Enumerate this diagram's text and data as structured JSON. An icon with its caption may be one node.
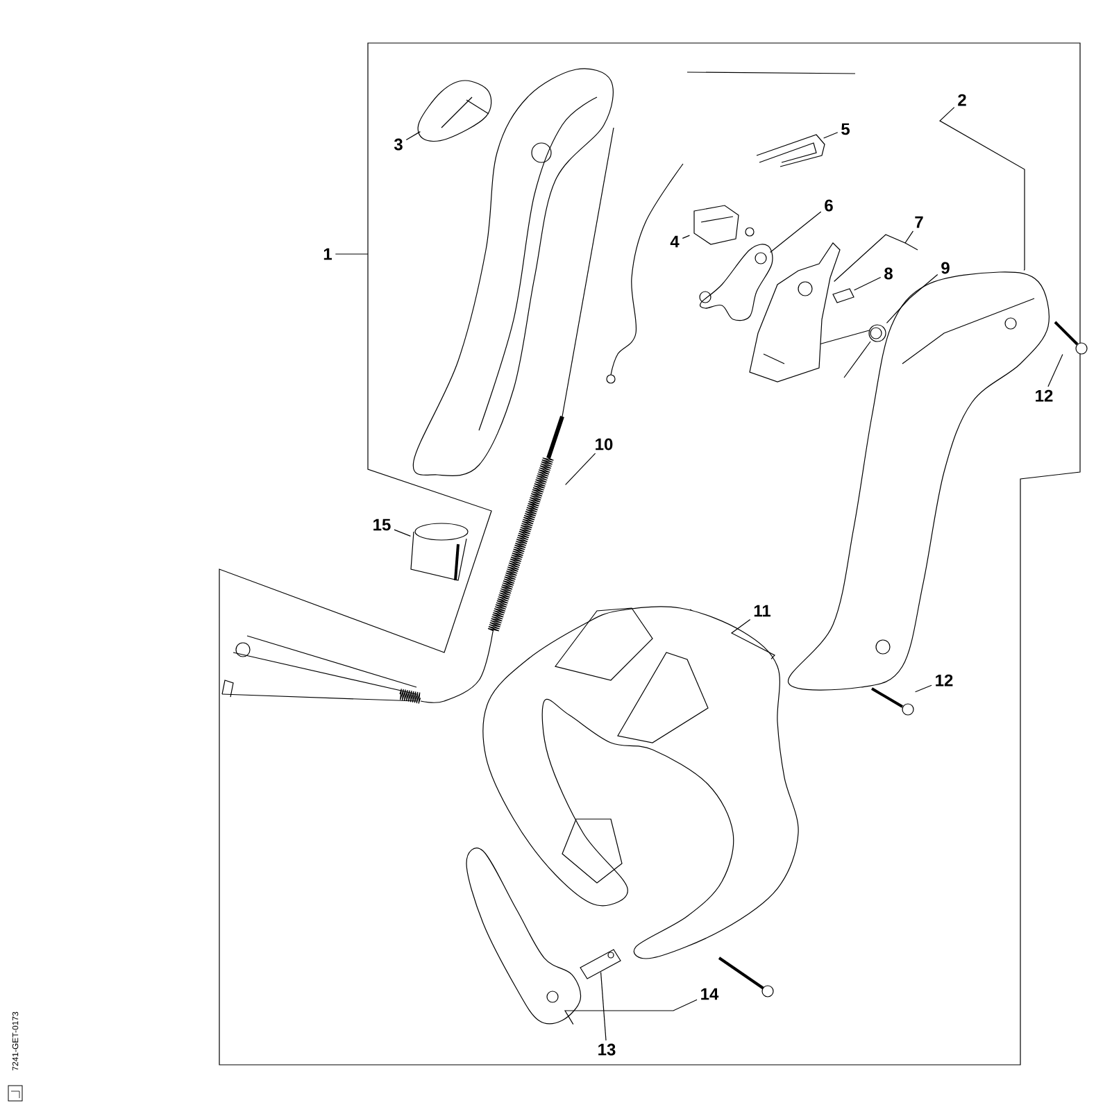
{
  "diagram": {
    "nodes": [
      {
        "text": [
          "1"
        ]
      },
      {
        "text": [
          "2"
        ]
      },
      {
        "text": [
          "3"
        ]
      },
      {
        "text": [],
        "shape": "picture"
      },
      {
        "text": [
          "5"
        ]
      },
      {
        "text": [],
        "shape": "picture"
      },
      {
        "text": [
          "6"
        ]
      },
      {
        "text": [
          "4"
        ]
      },
      {
        "text": [],
        "shape": "picture"
      },
      {
        "text": [],
        "shape": "picture"
      },
      {
        "text": [
          "7"
        ]
      },
      {
        "text": [],
        "shape": "picture"
      },
      {
        "text": [
          "8"
        ]
      },
      {
        "text": [
          "9"
        ]
      },
      {
        "text": [],
        "shape": "picture"
      },
      {
        "text": [],
        "shape": "picture"
      },
      {
        "text": [],
        "shape": "picture"
      },
      {
        "text": [],
        "shape": "picture"
      },
      {
        "text": [
          "12"
        ]
      },
      {
        "text": [
          "10"
        ]
      },
      {
        "text": [],
        "shape": "picture"
      },
      {
        "text": [
          "15"
        ]
      },
      {
        "text": [],
        "shape": "picture"
      },
      {
        "text": [
          "11"
        ]
      },
      {
        "text": [],
        "shape": "picture"
      },
      {
        "text": [
          "12"
        ]
      },
      {
        "text": [],
        "shape": "picture"
      },
      {
        "text": [],
        "shape": "picture"
      },
      {
        "text": [],
        "shape": "picture"
      },
      {
        "text": [
          "14"
        ]
      },
      {
        "text": [
          "13"
        ]
      }
    ],
    "edges": [
      {
        "from": 0,
        "to": null,
        "arrow": "none"
      },
      {
        "from": 1,
        "to": 16,
        "arrow": "none"
      },
      {
        "from": 2,
        "to": 3,
        "arrow": "none"
      },
      {
        "from": 4,
        "to": 5,
        "arrow": "none"
      },
      {
        "from": 6,
        "to": 9,
        "arrow": "none"
      },
      {
        "from": 7,
        "to": 8,
        "arrow": "none"
      },
      {
        "from": 10,
        "to": 11,
        "arrow": "none"
      },
      {
        "from": 12,
        "to": 14,
        "arrow": "none"
      },
      {
        "from": 13,
        "to": 15,
        "arrow": "none"
      },
      {
        "from": 19,
        "to": 20,
        "arrow": "none"
      },
      {
        "from": 23,
        "to": 24,
        "arrow": "none"
      },
      {
        "from": 18,
        "to": 17,
        "arrow": "none"
      },
      {
        "from": 25,
        "to": 26,
        "arrow": "none"
      },
      {
        "from": 30,
        "to": 28,
        "arrow": "none"
      },
      {
        "from": 29,
        "to": 27,
        "arrow": "none"
      },
      {
        "from": 21,
        "to": 22,
        "arrow": "none"
      }
    ],
    "labels": [
      "7241-GET-0173"
    ]
  }
}
